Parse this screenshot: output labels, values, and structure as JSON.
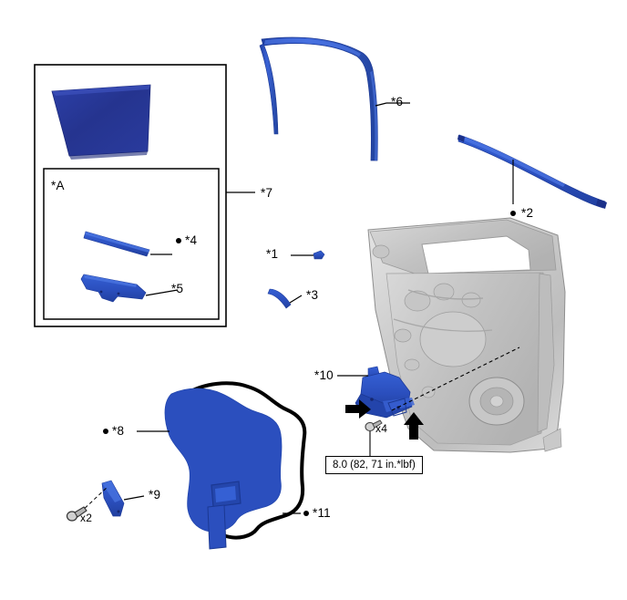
{
  "diagram": {
    "type": "exploded-parts-view",
    "subject": "rear door window glass, weatherstrip and regulator assembly",
    "background_color": "#ffffff",
    "colors": {
      "part_blue": "#2b4fbe",
      "glass_blue": "#27379c",
      "metal_gray": "#c9c9c9",
      "outline_black": "#000000"
    }
  },
  "boxes": {
    "outer": {
      "label": "*7"
    },
    "inner": {
      "label": "*A"
    }
  },
  "callouts": [
    {
      "id": "c1",
      "label": "*1",
      "bullet": false
    },
    {
      "id": "c2",
      "label": "*2",
      "bullet": true
    },
    {
      "id": "c3",
      "label": "*3",
      "bullet": false
    },
    {
      "id": "c4",
      "label": "*4",
      "bullet": true
    },
    {
      "id": "c5",
      "label": "*5",
      "bullet": false
    },
    {
      "id": "c6",
      "label": "*6",
      "bullet": false
    },
    {
      "id": "c7",
      "label": "*7",
      "bullet": false
    },
    {
      "id": "c8",
      "label": "*8",
      "bullet": true
    },
    {
      "id": "c9",
      "label": "*9",
      "bullet": false
    },
    {
      "id": "c10",
      "label": "*10",
      "bullet": false
    },
    {
      "id": "c11",
      "label": "*11",
      "bullet": true
    },
    {
      "id": "cA",
      "label": "*A",
      "bullet": false
    }
  ],
  "quantities": {
    "screw_lower_left": "x2",
    "bolt_regulator": "x4"
  },
  "torque": {
    "spec": "8.0 (82, 71 in.*lbf)"
  }
}
